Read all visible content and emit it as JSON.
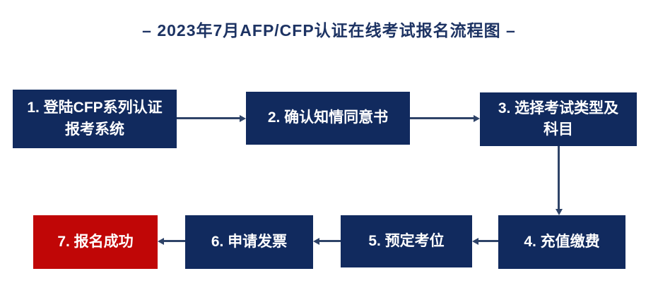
{
  "title": "–  2023年7月AFP/CFP认证在线考试报名流程图  –",
  "steps": [
    {
      "label": "1. 登陆CFP系列认证\n报考系统"
    },
    {
      "label": "2. 确认知情同意书"
    },
    {
      "label": "3. 选择考试类型及\n科目"
    },
    {
      "label": "4. 充值缴费"
    },
    {
      "label": "5. 预定考位"
    },
    {
      "label": "6. 申请发票"
    },
    {
      "label": "7. 报名成功"
    }
  ],
  "icons": {
    "arrow_right": "▶",
    "arrow_left": "◀",
    "arrow_down": "▼"
  },
  "colors": {
    "box_navy": "#112a5e",
    "box_red": "#c00606",
    "title_text": "#1d3363",
    "arrow": "#2e4368",
    "box_text": "#ffffff",
    "background": "#ffffff"
  }
}
